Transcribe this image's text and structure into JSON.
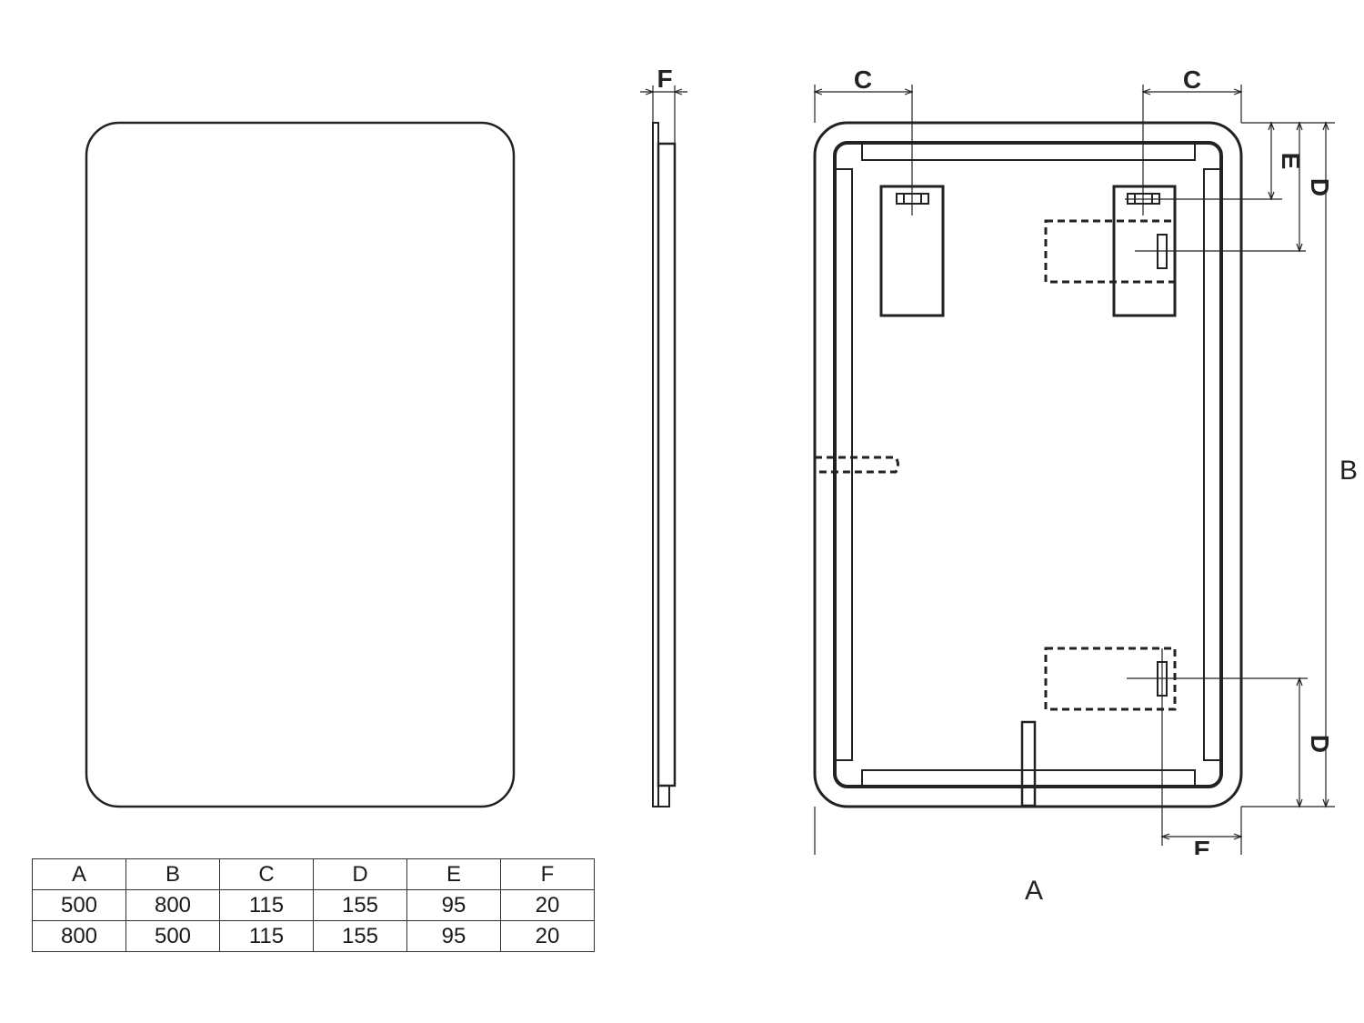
{
  "labels": {
    "A": "A",
    "B": "B",
    "C": "C",
    "D": "D",
    "E": "E",
    "F": "F"
  },
  "table": {
    "headers": [
      "A",
      "B",
      "C",
      "D",
      "E",
      "F"
    ],
    "rows": [
      [
        "500",
        "800",
        "115",
        "155",
        "95",
        "20"
      ],
      [
        "800",
        "500",
        "115",
        "155",
        "95",
        "20"
      ]
    ]
  },
  "colors": {
    "line": "#222222",
    "background": "#ffffff"
  }
}
